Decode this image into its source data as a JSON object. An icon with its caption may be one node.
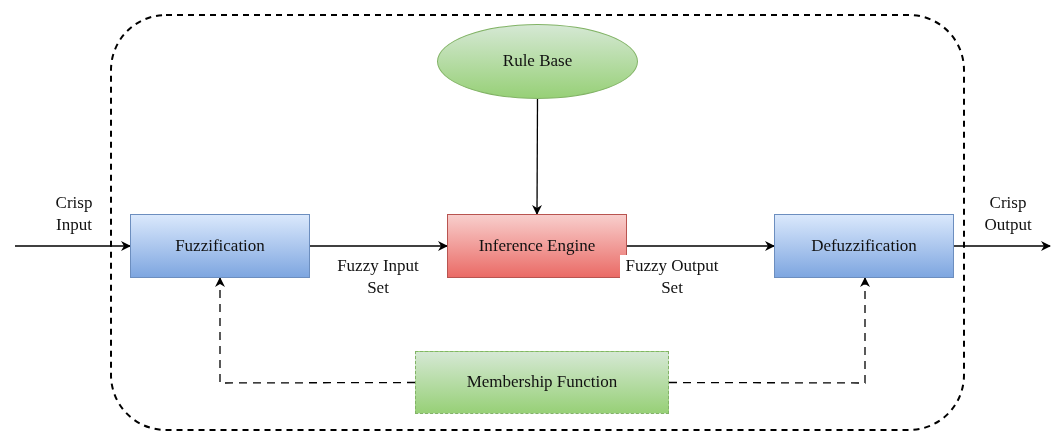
{
  "diagram": {
    "nodes": [
      {
        "text": [],
        "shape": "box"
      },
      {
        "text": [
          "Rule Base"
        ],
        "in": 0
      },
      {
        "text": [
          "Fuzzification"
        ],
        "in": 0
      },
      {
        "text": [
          "Inference Engine"
        ],
        "in": 0
      },
      {
        "text": [
          "Defuzzification"
        ],
        "in": 0
      },
      {
        "text": [
          "Membership Function"
        ],
        "in": 0
      }
    ],
    "edges": [
      {
        "from": null,
        "to": 2,
        "arrow": "to",
        "label": "Crisp Input"
      },
      {
        "from": 2,
        "to": 3,
        "arrow": "to",
        "label": "Fuzzy Input Set"
      },
      {
        "from": 1,
        "to": 3,
        "arrow": "to"
      },
      {
        "from": 3,
        "to": 4,
        "arrow": "to",
        "label": "Fuzzy Output Set"
      },
      {
        "from": 4,
        "to": null,
        "arrow": "to",
        "label": "Crisp Output"
      },
      {
        "from": 5,
        "to": 2,
        "arrow": "to",
        "style": "dashed"
      },
      {
        "from": 5,
        "to": 4,
        "arrow": "to",
        "style": "dashed"
      }
    ]
  }
}
